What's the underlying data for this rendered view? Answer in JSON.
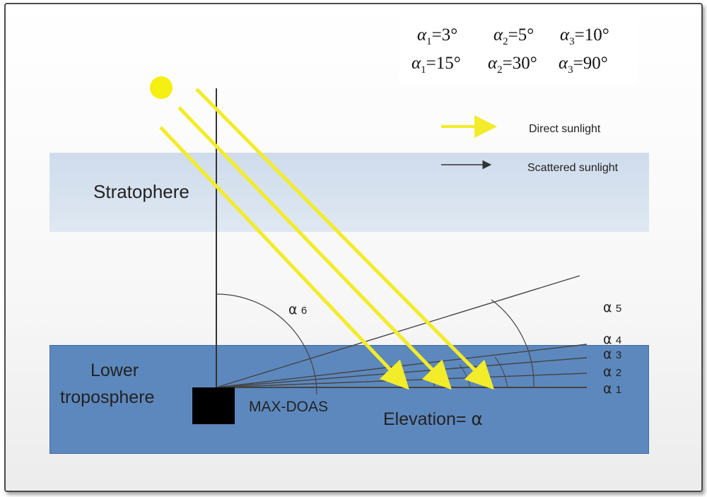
{
  "angles_text": {
    "row1": [
      {
        "sym": "α",
        "sub": "1",
        "val": "=3°"
      },
      {
        "sym": "α",
        "sub": "2",
        "val": "=5°"
      },
      {
        "sym": "α",
        "sub": "3",
        "val": "=10°"
      }
    ],
    "row2": [
      {
        "sym": "α",
        "sub": "1",
        "val": "=15°"
      },
      {
        "sym": "α",
        "sub": "2",
        "val": "=30°"
      },
      {
        "sym": "α",
        "sub": "3",
        "val": "=90°"
      }
    ]
  },
  "legend": {
    "direct": "Direct sunlight",
    "scattered": "Scattered sunlight",
    "direct_color": "#f2ec2a",
    "scattered_color": "#333333"
  },
  "layers": {
    "stratosphere": "Stratophere",
    "troposphere_line1": "Lower",
    "troposphere_line2": "troposphere"
  },
  "instrument": "MAX-DOAS",
  "elevation_label": "Elevation=",
  "elevation_symbol": "α",
  "alpha_labels": [
    {
      "g": "α",
      "n": "6"
    },
    {
      "g": "α",
      "n": "5"
    },
    {
      "g": "α",
      "n": "4"
    },
    {
      "g": "α",
      "n": "3"
    },
    {
      "g": "α",
      "n": "2"
    },
    {
      "g": "α",
      "n": "1"
    }
  ],
  "colors": {
    "sun": "#f5ef12",
    "stratosphere": "#d6e1ee",
    "troposphere": "#5d88bd",
    "instrument": "#000000"
  }
}
